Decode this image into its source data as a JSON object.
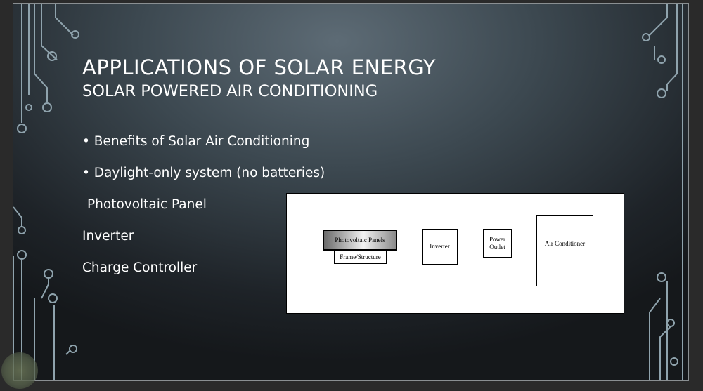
{
  "slide": {
    "title": "APPLICATIONS OF SOLAR ENERGY",
    "subtitle": "SOLAR POWERED AIR CONDITIONING",
    "bullets": [
      "Benefits of Solar Air Conditioning",
      "Daylight-only system (no batteries)"
    ],
    "items": [
      "Photovoltaic Panel",
      "Inverter",
      "Charge Controller"
    ]
  },
  "diagram": {
    "pv": "Photovoltaic Panels",
    "frame": "Frame/Structure",
    "inverter": "Inverter",
    "outlet_1": "Power",
    "outlet_2": "Outlet",
    "ac": "Air Conditioner"
  }
}
